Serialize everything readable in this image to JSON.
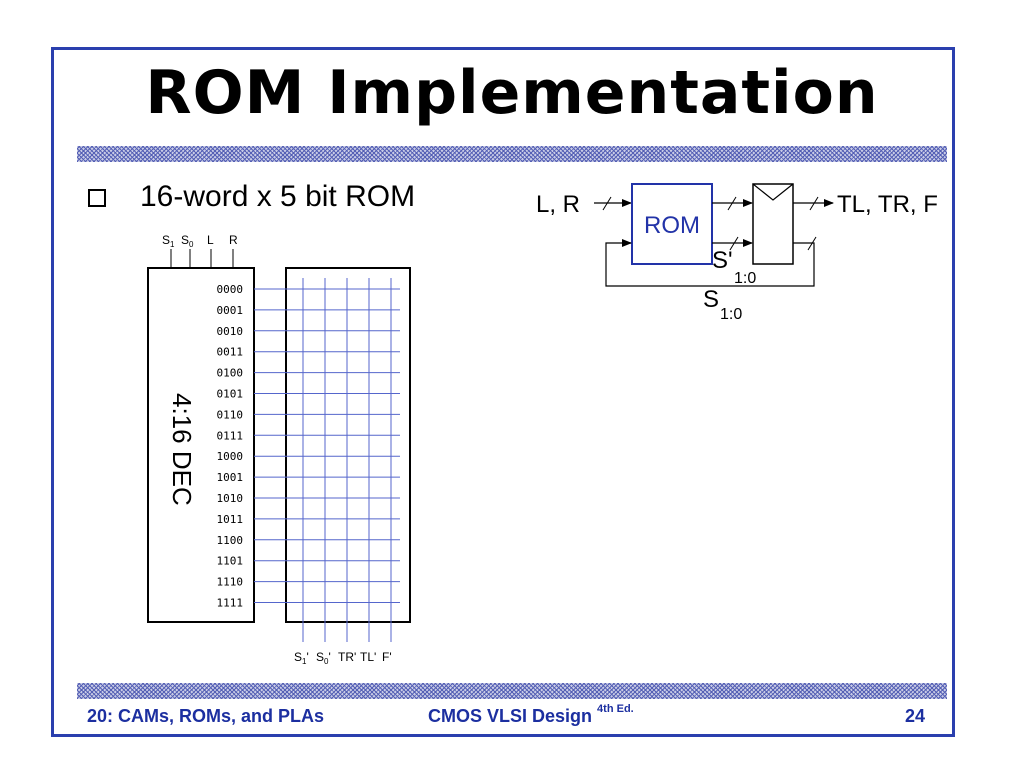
{
  "slide": {
    "title": "ROM Implementation",
    "bullet": "16-word x 5 bit ROM",
    "footer": {
      "left": "20: CAMs, ROMs, and PLAs",
      "center": "CMOS VLSI Design",
      "center_sup": "4th Ed.",
      "right": "24"
    }
  },
  "rom_diagram": {
    "decoder_label": "4:16 DEC",
    "inputs": [
      {
        "name": "S",
        "sub": "1"
      },
      {
        "name": "S",
        "sub": "0"
      },
      {
        "name": "L",
        "sub": ""
      },
      {
        "name": "R",
        "sub": ""
      }
    ],
    "words": [
      "0000",
      "0001",
      "0010",
      "0011",
      "0100",
      "0101",
      "0110",
      "0111",
      "1000",
      "1001",
      "1010",
      "1011",
      "1100",
      "1101",
      "1110",
      "1111"
    ],
    "outputs": [
      {
        "name": "S",
        "sub": "1",
        "suffix": "'"
      },
      {
        "name": "S",
        "sub": "0",
        "suffix": "'"
      },
      {
        "name": "TR'",
        "sub": "",
        "suffix": ""
      },
      {
        "name": "TL'",
        "sub": "",
        "suffix": ""
      },
      {
        "name": "F'",
        "sub": "",
        "suffix": ""
      }
    ]
  },
  "fsm_diagram": {
    "input_label": "L, R",
    "rom_label": "ROM",
    "output_label": "TL, TR, F",
    "next_state_label": "S'",
    "next_state_sub": "1:0",
    "state_label": "S",
    "state_sub": "1:0"
  },
  "colors": {
    "border": "#2a3fae",
    "footer_text": "#1c2fa0",
    "rom_box": "#2233a8",
    "grid_lines": "#5566cc"
  }
}
